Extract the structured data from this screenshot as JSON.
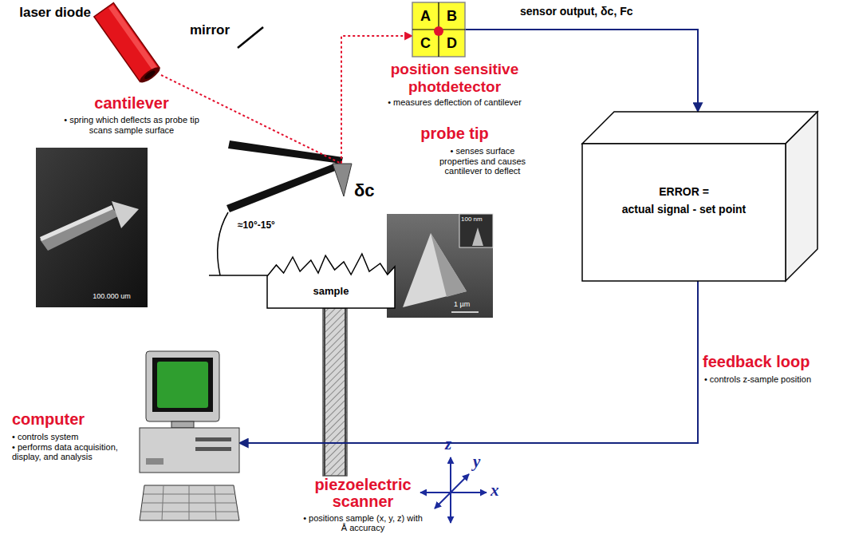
{
  "diagram": {
    "nodes": [
      {
        "text": [
          "laser diode"
        ]
      },
      {
        "text": [
          "A",
          "B",
          "C",
          "D"
        ]
      },
      {
        "text": [
          "ERROR =",
          "actual signal - set point"
        ]
      },
      {
        "text": [
          "sample"
        ]
      },
      {
        "text": [
          "computer",
          "• controls system",
          "• performs data acquisition, display, and analysis"
        ]
      }
    ],
    "edges": [
      {
        "from": 0,
        "to": 1,
        "arrow": "to"
      },
      {
        "from": 1,
        "to": 2,
        "arrow": "to"
      },
      {
        "from": 2,
        "to": 4,
        "arrow": "to"
      }
    ],
    "labels": [
      "mirror",
      "sensor output, δc, Fc",
      "position sensitive photdetector",
      "• measures deflection of cantilever",
      "cantilever",
      "• spring which deflects as probe tip scans sample surface",
      "δc",
      "probe tip",
      "• senses surface properties and causes cantilever to deflect",
      "≈10°-15°",
      "100.000 um",
      "100 nm",
      "1 µm",
      "feedback loop",
      "• controls z-sample position",
      "piezoelectric scanner",
      "• positions sample (x, y, z) with Å accuracy",
      "z",
      "y",
      "x"
    ]
  }
}
